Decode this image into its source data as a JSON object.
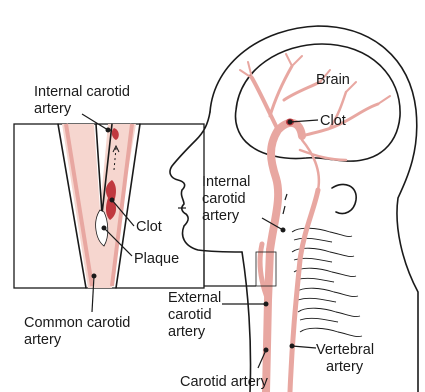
{
  "labels": {
    "internal_carotid_inset": [
      "Internal carotid",
      "artery"
    ],
    "clot_inset": "Clot",
    "plaque": "Plaque",
    "common_carotid": [
      "Common carotid",
      "artery"
    ],
    "brain": "Brain",
    "clot_brain": "Clot",
    "internal_carotid_main": [
      "Internal",
      "carotid",
      "artery"
    ],
    "external_carotid": [
      "External",
      "carotid",
      "artery"
    ],
    "vertebral": [
      "Vertebral",
      "artery"
    ],
    "carotid_artery": "Carotid artery"
  },
  "colors": {
    "artery": "#e8a7a1",
    "artery_dark": "#d98b84",
    "clot": "#c0393f",
    "vessel_lining": "#f3c9c2",
    "outline": "#1a1a1a"
  }
}
